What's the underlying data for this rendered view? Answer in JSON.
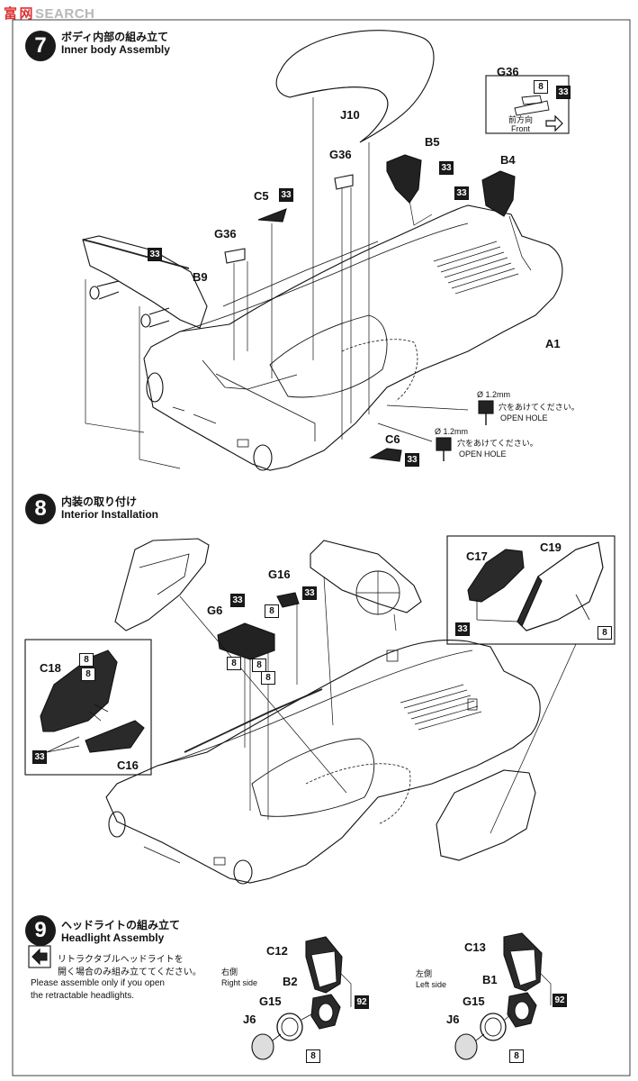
{
  "watermark": {
    "prefix": "富",
    "text": "SEARCH",
    "mid": "网"
  },
  "step7": {
    "num": "7",
    "title_jp": "ボディ内部の組み立て",
    "title_en": "Inner body Assembly",
    "parts": {
      "J10": "J10",
      "G36_a": "G36",
      "G36_b": "G36",
      "G36_c": "G36",
      "B5": "B5",
      "B4": "B4",
      "C5": "C5",
      "B9": "B9",
      "A1": "A1",
      "C6": "C6"
    },
    "color_33": "33",
    "color_8": "8",
    "front_jp": "前方向",
    "front_en": "Front",
    "hole_size": "Ø 1.2mm",
    "hole_jp": "穴をあけてください。",
    "hole_en": "OPEN HOLE"
  },
  "step8": {
    "num": "8",
    "title_jp": "内装の取り付け",
    "title_en": "Interior Installation",
    "parts": {
      "G16": "G16",
      "G6": "G6",
      "C17": "C17",
      "C19": "C19",
      "C18": "C18",
      "C16": "C16"
    },
    "color_33": "33",
    "color_8": "8"
  },
  "step9": {
    "num": "9",
    "title_jp": "ヘッドライトの組み立て",
    "title_en": "Headlight Assembly",
    "note_jp_1": "リトラクタブルヘッドライトを",
    "note_jp_2": "開く場合のみ組み立ててください。",
    "note_en_1": "Please assemble only if you open",
    "note_en_2": "the retractable headlights.",
    "right_jp": "右側",
    "right_en": "Right side",
    "left_jp": "左側",
    "left_en": "Left side",
    "parts": {
      "C12": "C12",
      "B2": "B2",
      "G15_r": "G15",
      "J6_r": "J6",
      "C13": "C13",
      "B1": "B1",
      "G15_l": "G15",
      "J6_l": "J6"
    },
    "color_92": "92",
    "color_8": "8"
  }
}
